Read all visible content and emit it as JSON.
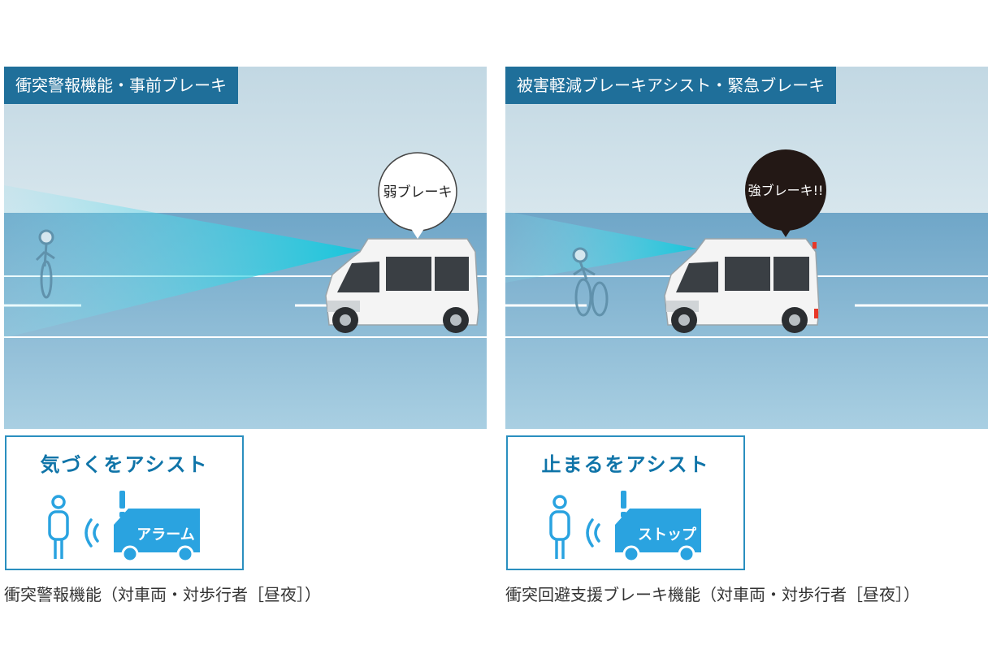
{
  "colors": {
    "sky": "#c7dce6",
    "road": "#7fb4d2",
    "sensor": "#1ec8dc",
    "title_bar": "#1f6f9a",
    "card_border": "#2a8fbf",
    "card_title": "#0f74a8",
    "icon_blue": "#2aa3e0",
    "bubble_dark": "#231815"
  },
  "left_panel": {
    "title": "衝突警報機能・事前ブレーキ",
    "bubble_text": "弱ブレーキ",
    "card_title": "気づくをアシスト",
    "icon_label": "アラーム",
    "caption": "衝突警報機能（対車両・対歩行者［昼夜］）"
  },
  "right_panel": {
    "title": "被害軽減ブレーキアシスト・緊急ブレーキ",
    "bubble_text": "強ブレーキ!!",
    "card_title": "止まるをアシスト",
    "icon_label": "ストップ",
    "caption": "衝突回避支援ブレーキ機能（対車両・対歩行者［昼夜］）"
  }
}
